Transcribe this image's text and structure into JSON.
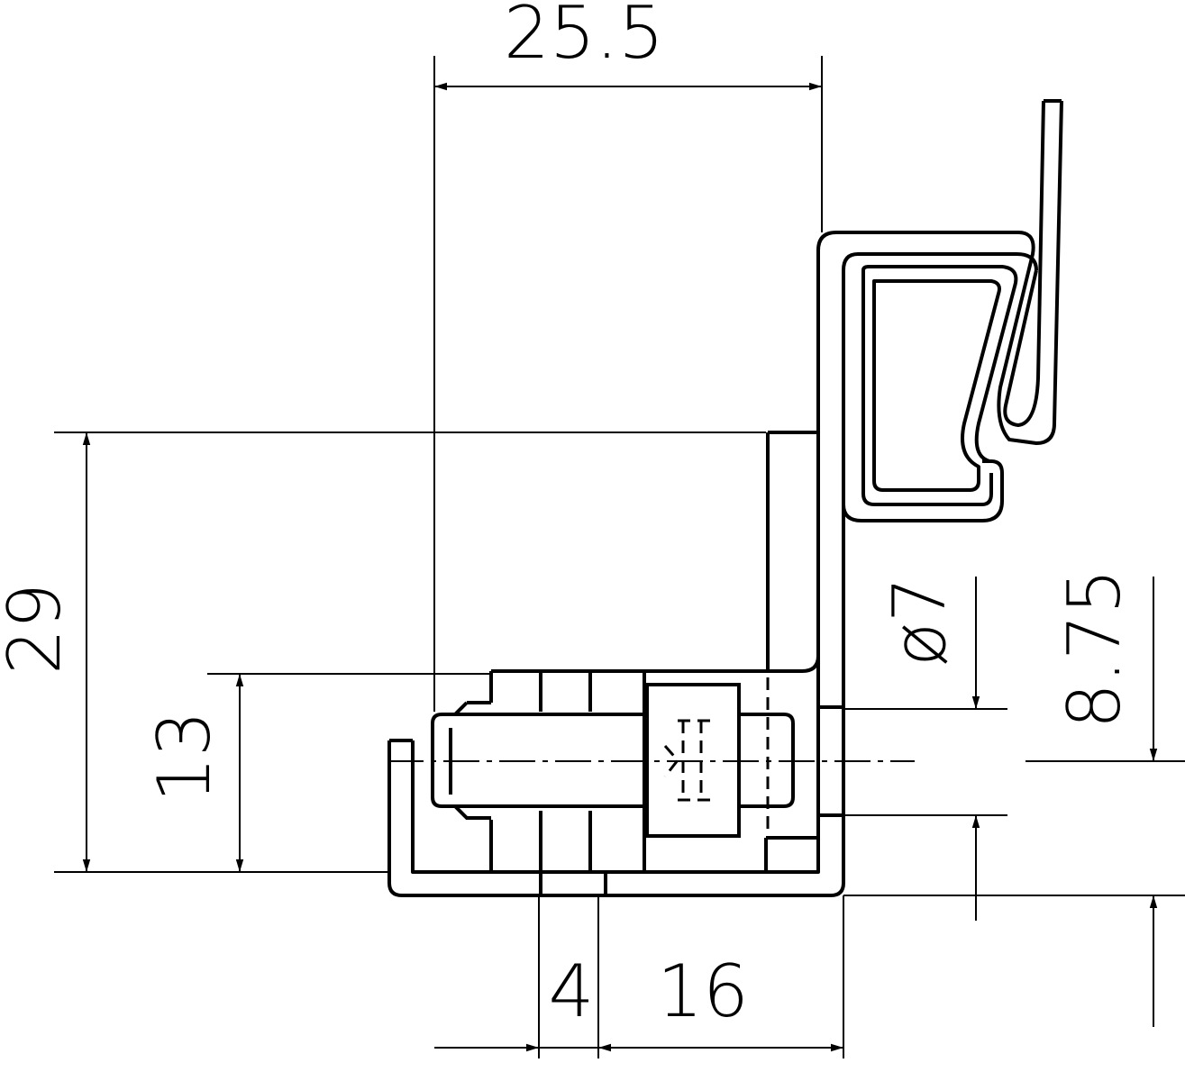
{
  "drawing": {
    "dimensions": {
      "width_top": "25.5",
      "height_left": "29",
      "height_inner": "13",
      "slot_width": "4",
      "base_width": "16",
      "bolt_diameter": "ø7",
      "bolt_offset": "8.75"
    },
    "colors": {
      "line": "#000000",
      "background": "#ffffff"
    }
  }
}
